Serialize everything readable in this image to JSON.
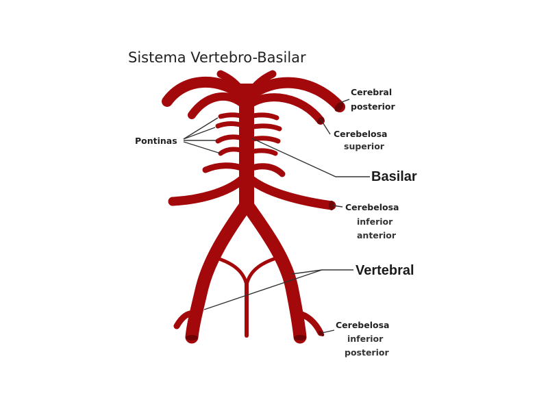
{
  "title": "Sistema Vertebro-Basilar",
  "colors": {
    "artery": "#a3080a",
    "artery_dark": "#6e0406",
    "background": "#ffffff",
    "text": "#222222"
  },
  "labels": {
    "cerebral_posterior": [
      "Cerebral",
      "posterior"
    ],
    "cerebelosa_superior": [
      "Cerebelosa",
      "superior"
    ],
    "pontinas": "Pontinas",
    "basilar": "Basilar",
    "cerebelosa_inferior_anterior": [
      "Cerebelosa",
      "inferior",
      "anterior"
    ],
    "vertebral": "Vertebral",
    "cerebelosa_inferior_posterior": [
      "Cerebelosa",
      "inferior",
      "posterior"
    ]
  }
}
